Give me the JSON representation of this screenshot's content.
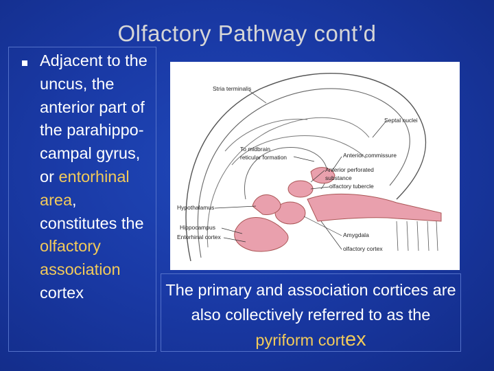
{
  "slide": {
    "title": "Olfactory Pathway cont’d"
  },
  "bullet": {
    "text_1": "Adjacent to the uncus, the anterior part of the parahippo-campal gyrus, or",
    "highlight_1": "entorhinal area",
    "text_2": ", constitutes the",
    "highlight_2": "olfactory association",
    "text_3": "cortex"
  },
  "diagram": {
    "labels": {
      "stria_terminalis": "Stria terminalis",
      "septal_nuclei": "Septal nuclei",
      "to_midbrain_1": "To midbrain",
      "to_midbrain_2": "reticular formation",
      "anterior_commissure": "Anterior commissure",
      "anterior_perforated_1": "Anterior perforated",
      "anterior_perforated_2": "substance",
      "olfactory_tubercle": "olfactory tubercle",
      "hypothalamus": "Hypothalamus",
      "hippocampus": "Hippocampus",
      "entorhinal_cortex": "Entorhinal cortex",
      "amygdala": "Amygdala",
      "olfactory_cortex": "olfactory cortex"
    },
    "accent_color": "#e9a0ad"
  },
  "caption": {
    "text_1": "The primary and association cortices are also collectively referred to as the",
    "highlight": "pyriform cort",
    "big_suffix": "ex"
  }
}
